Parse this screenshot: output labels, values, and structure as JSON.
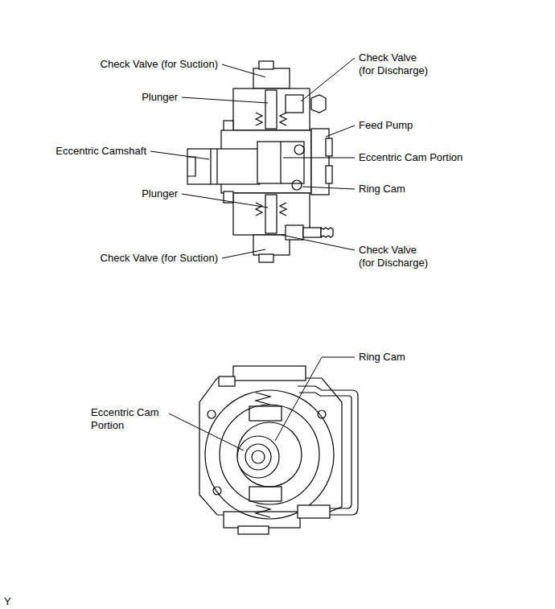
{
  "diagram": {
    "labels": [
      "Check Valve (for Suction)",
      "Check Valve (for Discharge)",
      "Plunger",
      "Feed Pump",
      "Eccentric Camshaft",
      "Eccentric Cam Portion",
      "Ring Cam",
      "Plunger",
      "Check Valve (for Discharge)",
      "Check Valve (for Suction)",
      "Ring Cam",
      "Eccentric Cam Portion",
      "Y"
    ]
  }
}
